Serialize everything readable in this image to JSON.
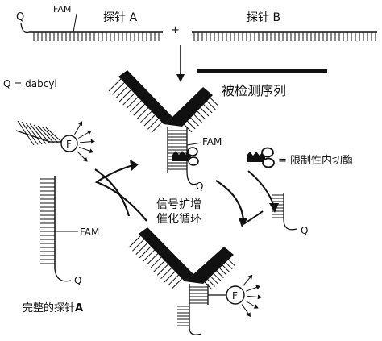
{
  "labels": {
    "probe_a_q": "Q",
    "probe_a_fam": "FAM",
    "probe_a": "探针 A",
    "plus": "+",
    "probe_b": "探针 B",
    "target": "被检测序列",
    "q_def": "Q = dabcyl",
    "fam_mid": "FAM",
    "q_mid": "Q",
    "enzyme_legend": "= 限制性内切酶",
    "cycle_line1": "信号扩增",
    "cycle_line2": "催化循环",
    "fam_left": "FAM",
    "q_left": "Q",
    "q_right": "Q",
    "fam_released_left": "F",
    "fam_released_bottom": "F",
    "intact_probe": "完整的探针",
    "intact_probe_bold": "A"
  },
  "colors": {
    "ink": "#111111",
    "background": "#ffffff"
  }
}
